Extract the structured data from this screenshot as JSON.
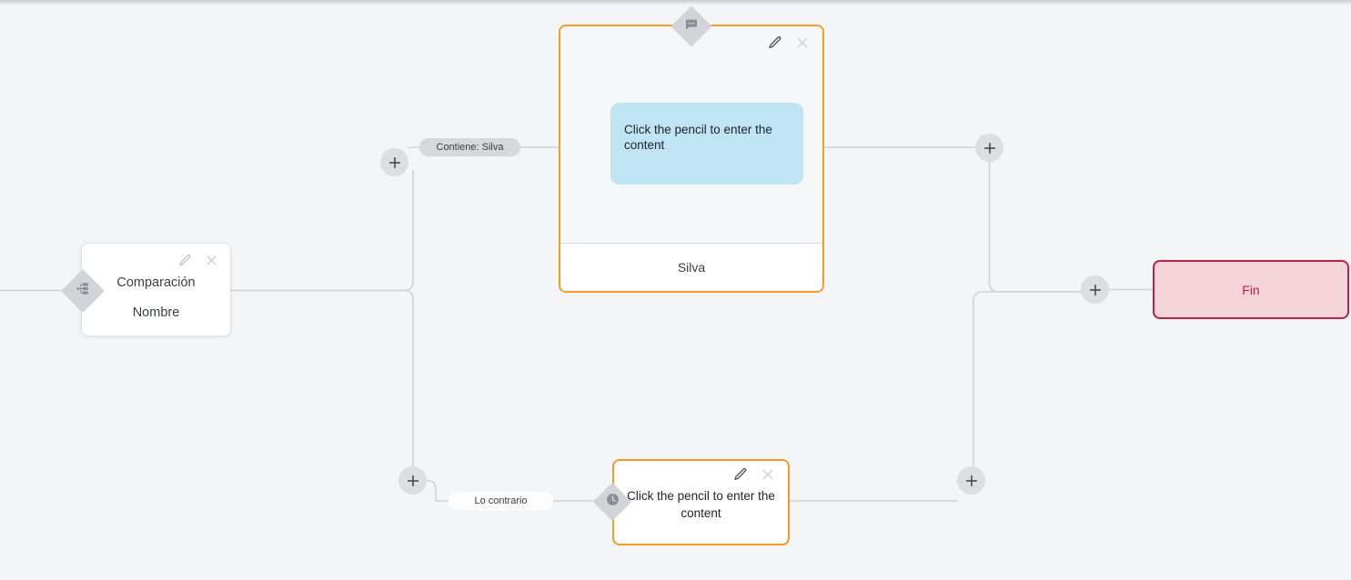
{
  "canvas": {
    "background_color": "#f4f5f7",
    "wire_color": "#d0d2d6"
  },
  "nodes": {
    "comparacion": {
      "name": "comparacion-node",
      "title": "Comparación",
      "subtitle": "Nombre",
      "badge_icon": "org-chart-icon",
      "edit_icon": "pencil-icon",
      "close_icon": "close-icon",
      "border_color": "#e2e3e6",
      "background_color": "#ffffff"
    },
    "message": {
      "name": "message-node",
      "badge_icon": "chat-bubble-icon",
      "bubble_text": "Click the pencil to enter the content",
      "footer_text": "Silva",
      "edit_icon": "pencil-icon",
      "close_icon": "close-icon",
      "border_color": "#f59c27",
      "bubble_color": "#bfe5f5"
    },
    "otherwise": {
      "name": "otherwise-node",
      "badge_icon": "clock-icon",
      "body_text": "Click the pencil to enter the content",
      "edit_icon": "pencil-icon",
      "close_icon": "close-icon",
      "border_color": "#f59c27",
      "background_color": "#ffffff"
    },
    "fin": {
      "name": "fin-node",
      "label": "Fin",
      "border_color": "#b9224a",
      "background_color": "#f4d4d9",
      "text_color": "#b9224a"
    }
  },
  "edge_labels": {
    "branch_true": "Contiene: Silva",
    "branch_false": "Lo contrario"
  },
  "add_buttons": [
    {
      "id": "plus-a",
      "name": "add-step-button-true-branch",
      "glyph": "plus-icon"
    },
    {
      "id": "plus-b",
      "name": "add-step-button-after-message",
      "glyph": "plus-icon"
    },
    {
      "id": "plus-c",
      "name": "add-step-button-false-branch",
      "glyph": "plus-icon"
    },
    {
      "id": "plus-d",
      "name": "add-step-button-after-otherwise",
      "glyph": "plus-icon"
    },
    {
      "id": "plus-e",
      "name": "add-step-button-before-fin",
      "glyph": "plus-icon"
    }
  ]
}
